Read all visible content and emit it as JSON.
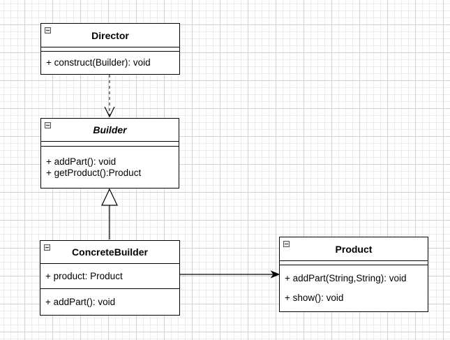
{
  "diagram": {
    "classes": {
      "director": {
        "name": "Director",
        "operations": [
          "+ construct(Builder): void"
        ]
      },
      "builder": {
        "name": "Builder",
        "operations": [
          "+ addPart(): void",
          "+ getProduct():Product"
        ]
      },
      "concrete_builder": {
        "name": "ConcreteBuilder",
        "attributes": [
          "+ product: Product"
        ],
        "operations": [
          "+ addPart(): void"
        ]
      },
      "product": {
        "name": "Product",
        "operations": [
          "+ addPart(String,String): void",
          "+ show(): void"
        ]
      }
    },
    "relations": [
      {
        "from": "Director",
        "to": "Builder",
        "kind": "dependency",
        "line": "dashed",
        "arrow": "open"
      },
      {
        "from": "ConcreteBuilder",
        "to": "Builder",
        "kind": "generalization",
        "line": "solid",
        "arrow": "hollow-triangle"
      },
      {
        "from": "ConcreteBuilder",
        "to": "Product",
        "kind": "association",
        "line": "solid",
        "arrow": "filled"
      }
    ]
  }
}
